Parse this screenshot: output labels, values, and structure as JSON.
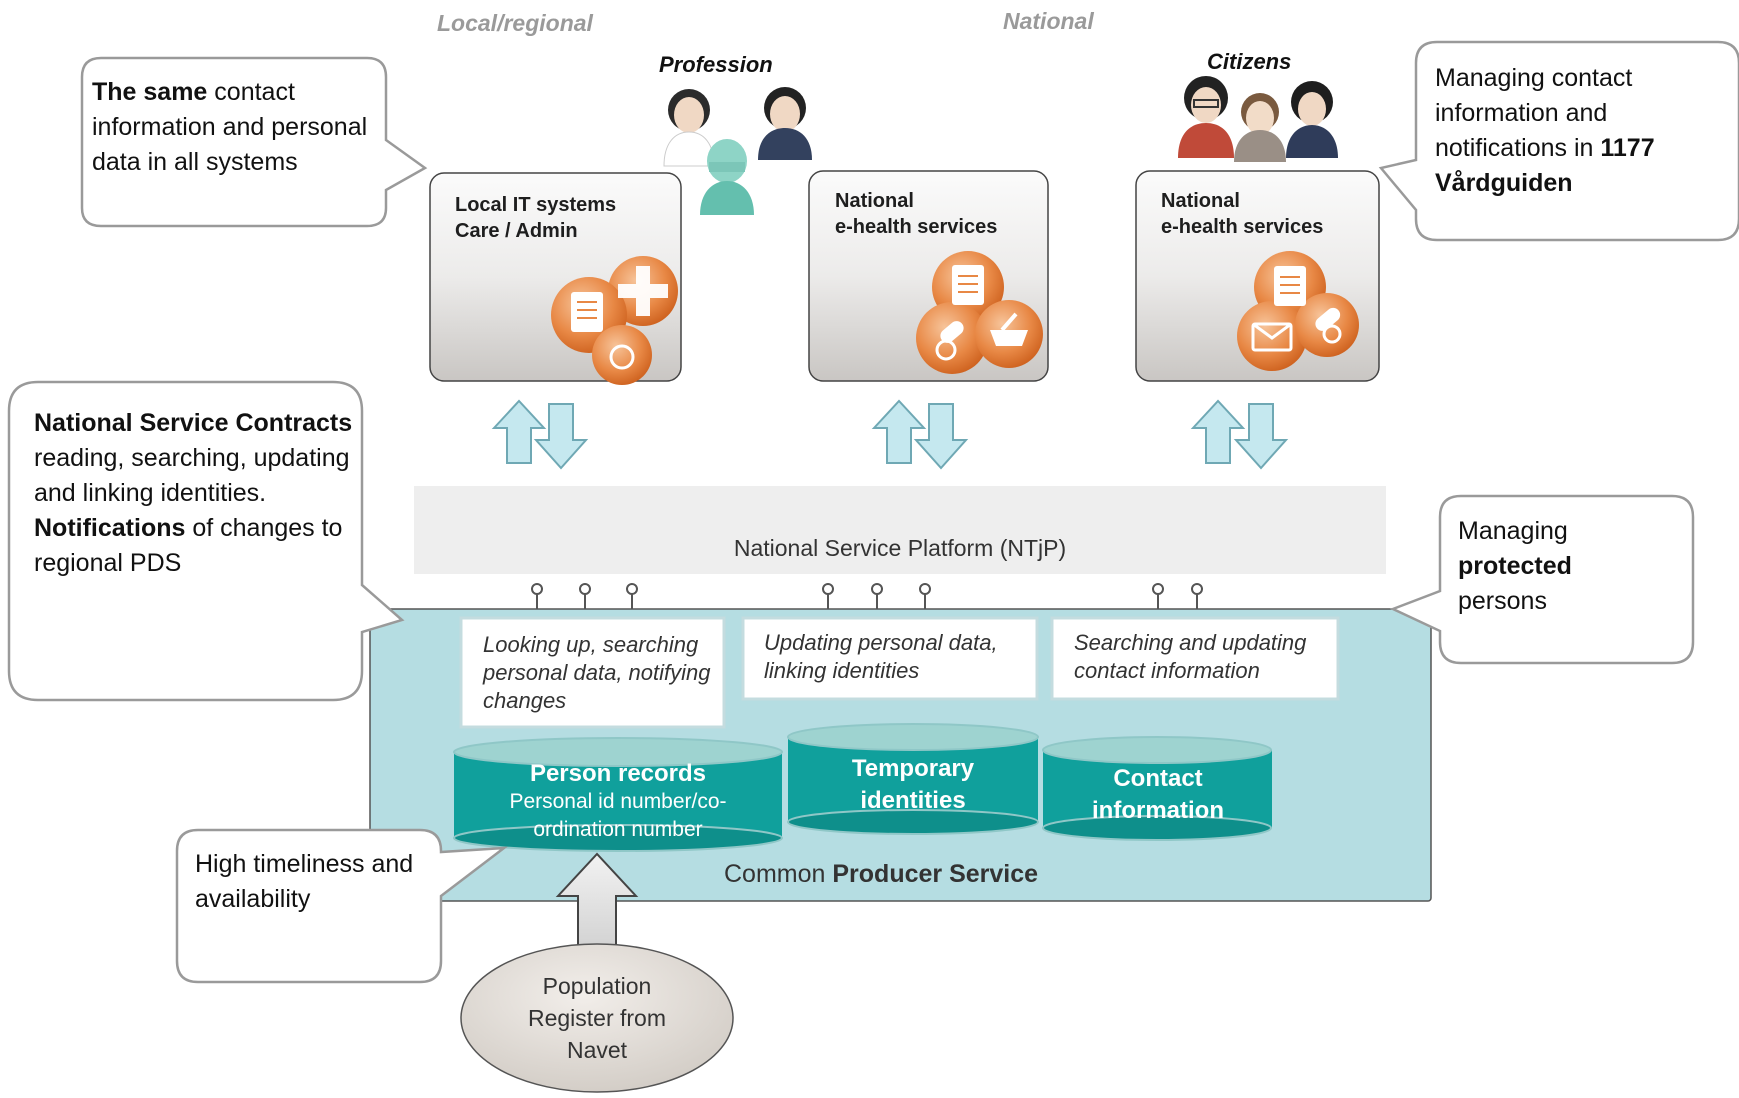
{
  "headers": {
    "local": "Local/regional",
    "national": "National"
  },
  "groups": {
    "profession": "Profession",
    "citizens": "Citizens"
  },
  "systems": {
    "local": {
      "line1": "Local IT systems",
      "line2": "Care / Admin"
    },
    "national1": {
      "line1": "National",
      "line2": "e-health services"
    },
    "national2": {
      "line1": "National",
      "line2": "e-health services"
    }
  },
  "callouts": {
    "same": {
      "bold": "The same",
      "rest": " contact information and personal data in all systems"
    },
    "contracts": {
      "bold1": "National Service Contracts",
      "text1": "reading, searching, updating and linking identities.",
      "bold2": "Notifications",
      "text2": " of changes to regional PDS"
    },
    "managing_contact": {
      "text": "Managing contact information and notifications in ",
      "bold": "1177 Vårdguiden"
    },
    "protected": {
      "text1": "Managing ",
      "bold": "protected",
      "text2": "persons"
    },
    "timeliness": {
      "text": "High timeliness and availability"
    }
  },
  "platform": {
    "label": "National Service Platform (NTjP)"
  },
  "services": {
    "s1": "Looking up, searching personal data, notifying changes",
    "s2": "Updating personal data, linking identities",
    "s3": "Searching and updating contact information"
  },
  "databases": {
    "person": {
      "title": "Person records",
      "sub": "Personal id number/co-ordination number"
    },
    "temporary": {
      "title": "Temporary identities"
    },
    "contact": {
      "title": "Contact information"
    }
  },
  "producer": {
    "prefix": "Common ",
    "bold": "Producer Service"
  },
  "population": {
    "text": "Population Register from Navet"
  },
  "colors": {
    "teal_area": "#b5dde2",
    "db_teal": "#10a09c",
    "arrow_fill": "#c5e8ef",
    "arrow_stroke": "#6fa8b4",
    "orange": "#e0742a"
  }
}
